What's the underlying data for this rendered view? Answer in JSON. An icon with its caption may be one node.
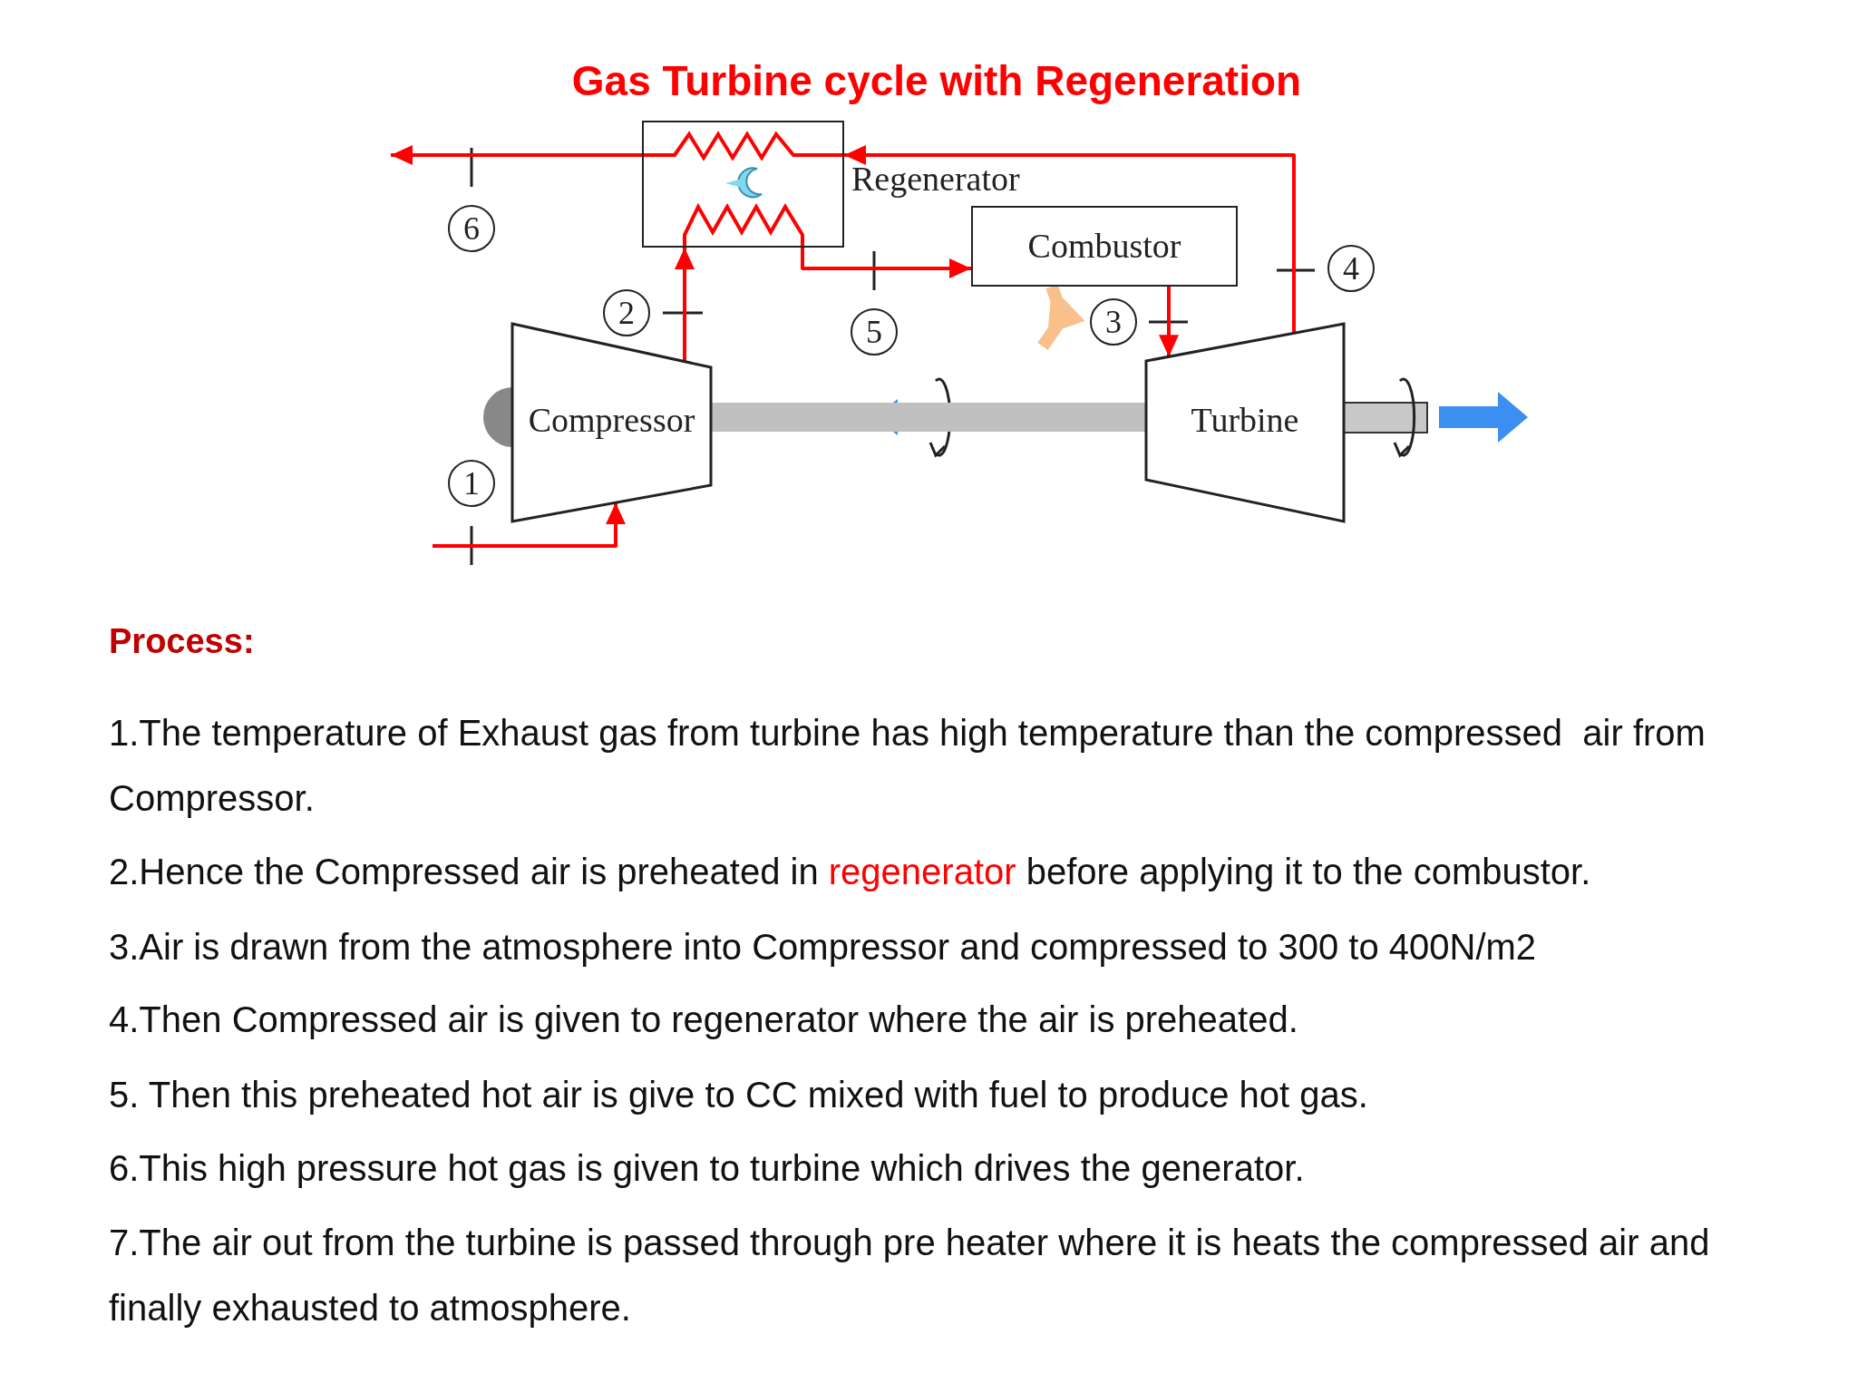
{
  "diagram": {
    "title": "Gas Turbine cycle with Regeneration",
    "nodes": [
      {
        "text": [
          "Regenerator"
        ]
      },
      {
        "text": [
          "Combustor"
        ]
      },
      {
        "text": [
          "Compressor"
        ]
      },
      {
        "text": [
          "Turbine"
        ]
      }
    ],
    "edges": [
      {
        "from": null,
        "to": 2,
        "arrow": "to"
      },
      {
        "from": 2,
        "to": 0,
        "arrow": "to"
      },
      {
        "from": 0,
        "to": 1,
        "arrow": "to"
      },
      {
        "from": 1,
        "to": 3,
        "arrow": "to"
      },
      {
        "from": 3,
        "to": 0,
        "arrow": "to"
      },
      {
        "from": 0,
        "to": null,
        "arrow": "to"
      },
      {
        "from": 2,
        "to": 3,
        "arrow": "none",
        "style": "thick",
        "color": "#c0c0c0"
      },
      {
        "from": null,
        "to": 1,
        "arrow": "to",
        "style": "thick",
        "color": "#f9c08c"
      }
    ],
    "labels": [
      "6",
      "4",
      "2",
      "3",
      "5",
      "1",
      "Process:",
      "1.The temperature of Exhaust gas from turbine has high temperature than the compressed  air from Compressor.",
      "2.Hence the Compressed air is preheated in **regenerator** before applying it to the combustor.",
      "3.Air is drawn from the atmosphere into Compressor and compressed to 300 to 400N/m2",
      "4.Then Compressed air is given to regenerator where the air is preheated.",
      "5. Then this preheated hot air is give to CC mixed with fuel to produce hot gas.",
      "6.This high pressure hot gas is given to turbine which drives the generator.",
      "7.The air out from the turbine is passed through pre heater where it is heats the compressed air and finally exhausted to atmosphere."
    ]
  }
}
